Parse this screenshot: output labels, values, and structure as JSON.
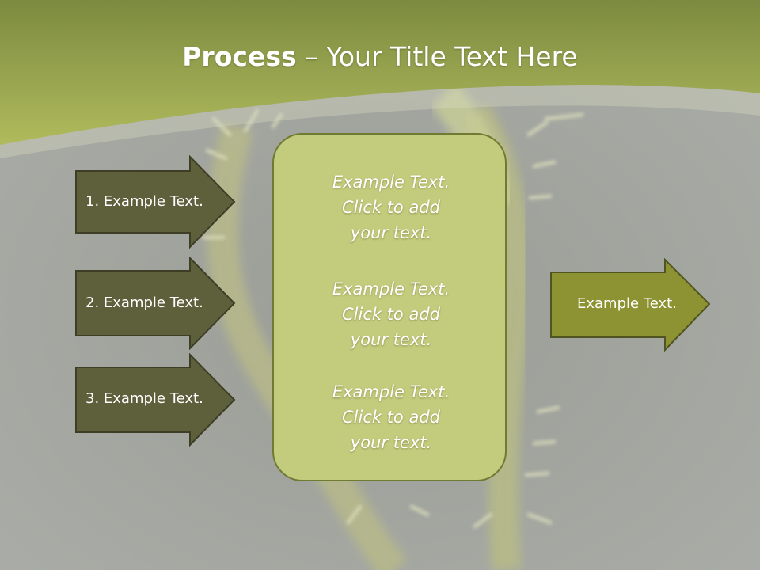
{
  "title": {
    "bold": "Process",
    "rest": " – Your Title Text Here"
  },
  "left_arrows": [
    {
      "label": "1. Example Text."
    },
    {
      "label": "2. Example Text."
    },
    {
      "label": "3. Example Text."
    }
  ],
  "center_box": {
    "blocks": [
      {
        "line1": "Example Text.",
        "line2": "Click  to add",
        "line3": "your text."
      },
      {
        "line1": "Example Text.",
        "line2": "Click  to add",
        "line3": "your text."
      },
      {
        "line1": "Example Text.",
        "line2": "Click  to add",
        "line3": "your text."
      }
    ]
  },
  "right_arrow": {
    "label": "Example Text."
  },
  "colors": {
    "header": "#8c9a45",
    "left_arrow_fill": "#5e5f3b",
    "right_arrow_fill": "#8d9232",
    "center_box_fill": "#c3cb7c"
  }
}
